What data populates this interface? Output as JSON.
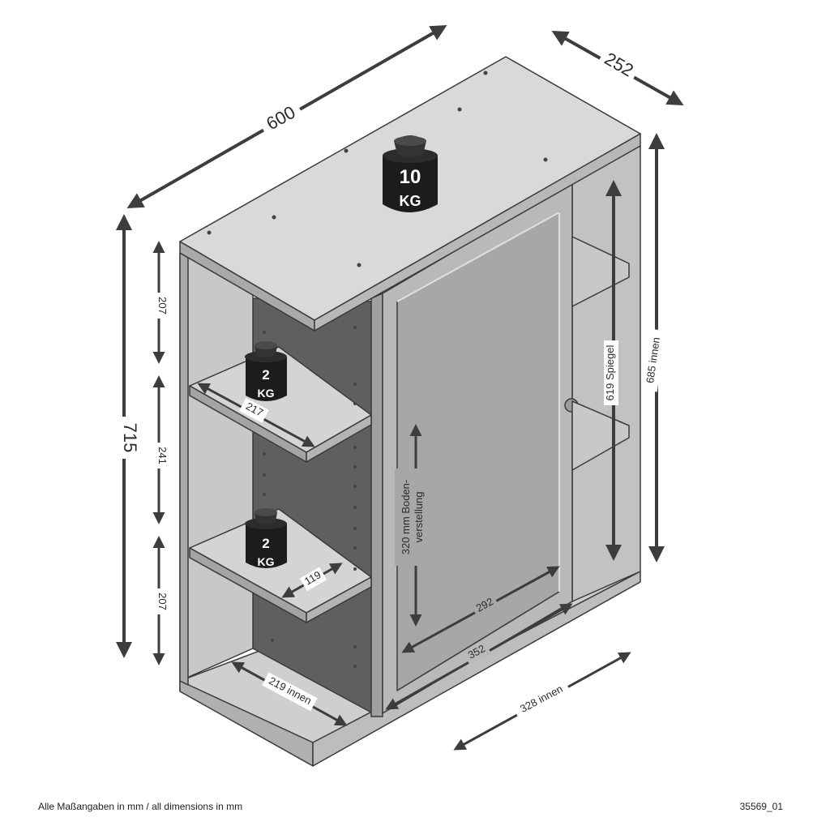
{
  "dimensions": {
    "width": "600",
    "depth": "252",
    "height": "715",
    "inner_height": "685 innen",
    "mirror": "619 Spiegel",
    "shelf_top_gap": "207",
    "shelf_mid_gap": "241",
    "shelf_bottom_gap": "207",
    "shelf_width": "217",
    "shelf_depth": "119",
    "bottom_inner": "219 innen",
    "door_inner": "328 innen",
    "door_panel_width": "292",
    "door_outer_width": "352",
    "shelf_adjust_line1": "320 mm Boden-",
    "shelf_adjust_line2": "verstellung"
  },
  "weights": {
    "top_value": "10",
    "top_unit": "KG",
    "shelf1_value": "2",
    "shelf1_unit": "KG",
    "shelf2_value": "2",
    "shelf2_unit": "KG"
  },
  "footer": {
    "note": "Alle Maßangaben in mm / all dimensions in mm",
    "code": "35569_01"
  },
  "colors": {
    "panel_top": "#d8d8d8",
    "panel_front": "#c4c4c4",
    "panel_dark": "#8e8e8e",
    "interior": "#6e6e6e",
    "outline": "#3a3a3a",
    "arrow": "#3d3d3d",
    "weight": "#1c1c1c"
  }
}
